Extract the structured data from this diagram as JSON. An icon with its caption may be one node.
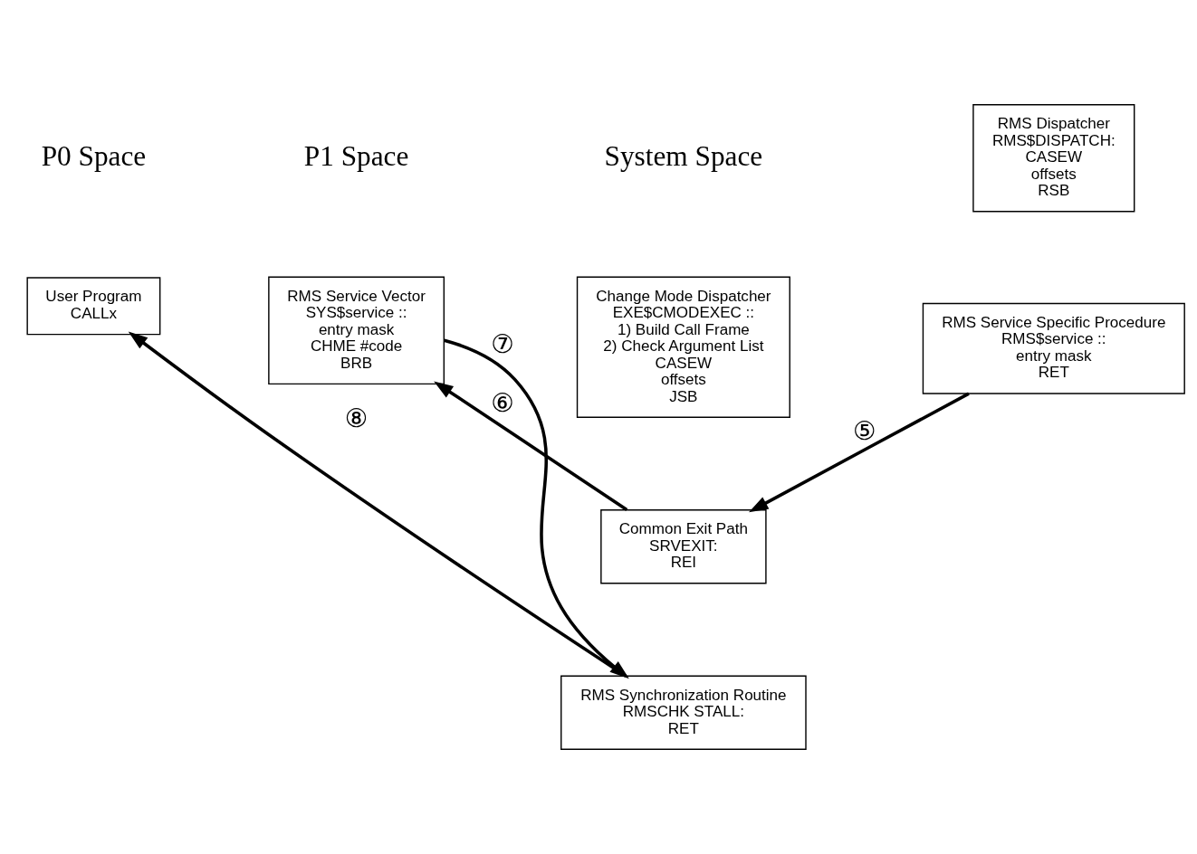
{
  "diagram": {
    "nodes": [
      {
        "text": [
          "User Program",
          "CALLx"
        ]
      },
      {
        "text": [
          "RMS Service Vector",
          "SYS$service ::",
          "entry mask",
          "CHME #code",
          "BRB"
        ]
      },
      {
        "text": [
          "Change Mode Dispatcher",
          "EXE$CMODEXEC ::",
          "1) Build Call Frame",
          "2) Check Argument List",
          "CASEW",
          "offsets",
          "JSB"
        ]
      },
      {
        "text": [
          "Common Exit Path",
          "SRVEXIT:",
          "REI"
        ]
      },
      {
        "text": [
          "RMS Synchronization Routine",
          "RMSCHK STALL:",
          "RET"
        ]
      },
      {
        "text": [
          "RMS Dispatcher",
          "RMS$DISPATCH:",
          "CASEW",
          "offsets",
          "RSB"
        ]
      },
      {
        "text": [
          "RMS Service Specific Procedure",
          "RMS$service ::",
          "entry mask",
          "RET"
        ]
      }
    ],
    "edges": [
      {
        "from": 6,
        "to": 3,
        "arrow": "to",
        "label": "⑤"
      },
      {
        "from": 3,
        "to": 1,
        "arrow": "to",
        "label": "⑥"
      },
      {
        "from": 1,
        "to": 4,
        "arrow": "to",
        "label": "⑦"
      },
      {
        "from": 4,
        "to": 0,
        "arrow": "to",
        "label": "⑧"
      }
    ],
    "labels": [
      "P0 Space",
      "P1 Space",
      "System Space"
    ]
  }
}
